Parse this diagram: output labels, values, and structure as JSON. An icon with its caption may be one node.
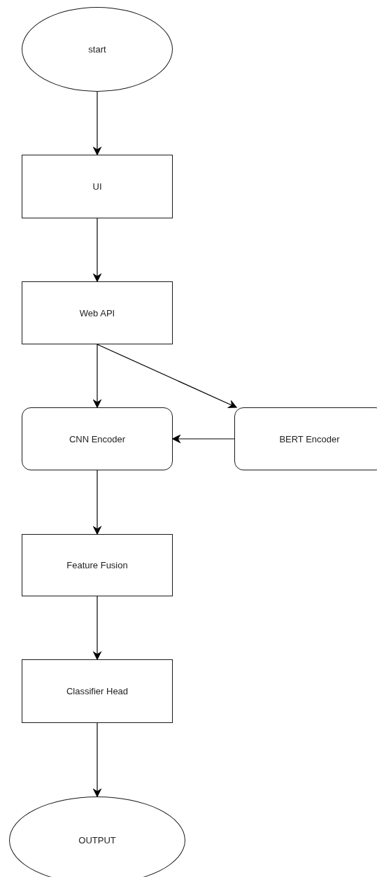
{
  "diagram": {
    "nodes": [
      {
        "text": [
          "start"
        ]
      },
      {
        "text": [
          "UI"
        ]
      },
      {
        "text": [
          "Web API"
        ]
      },
      {
        "text": [
          "CNN Encoder"
        ]
      },
      {
        "text": [
          "BERT Encoder"
        ]
      },
      {
        "text": [
          "Feature Fusion"
        ]
      },
      {
        "text": [
          "Classifier Head"
        ]
      },
      {
        "text": [
          "OUTPUT"
        ]
      }
    ],
    "edges": [
      {
        "from": 0,
        "to": 1,
        "arrow": "to"
      },
      {
        "from": 1,
        "to": 2,
        "arrow": "to"
      },
      {
        "from": 2,
        "to": 3,
        "arrow": "to"
      },
      {
        "from": 2,
        "to": 4,
        "arrow": "to"
      },
      {
        "from": 4,
        "to": 3,
        "arrow": "to"
      },
      {
        "from": 3,
        "to": 5,
        "arrow": "to"
      },
      {
        "from": 5,
        "to": 6,
        "arrow": "to"
      },
      {
        "from": 6,
        "to": 7,
        "arrow": "to"
      }
    ]
  }
}
